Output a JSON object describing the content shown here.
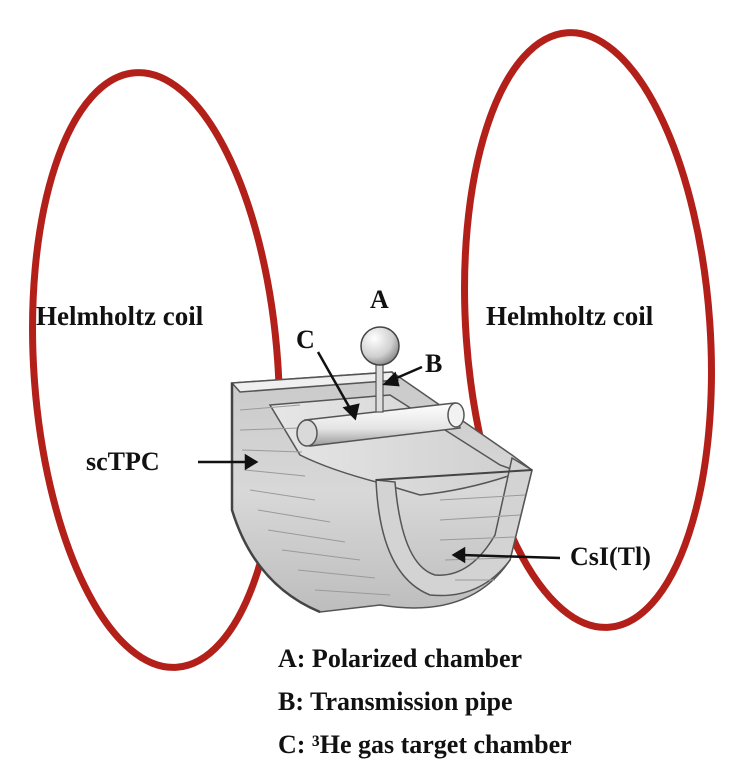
{
  "labels": {
    "coil_left": "Helmholtz coil",
    "coil_right": "Helmholtz coil",
    "a": "A",
    "b": "B",
    "c": "C",
    "sctpc": "scTPC",
    "csi": "CsI(Tl)"
  },
  "legend": {
    "a": "A: Polarized chamber",
    "b": "B: Transmission pipe",
    "c": "C: ³He gas target chamber"
  },
  "colors": {
    "coil": "#b3201a",
    "detector_face": "#dcdcdc",
    "detector_shade": "#b9b9b9",
    "text": "#111111"
  }
}
